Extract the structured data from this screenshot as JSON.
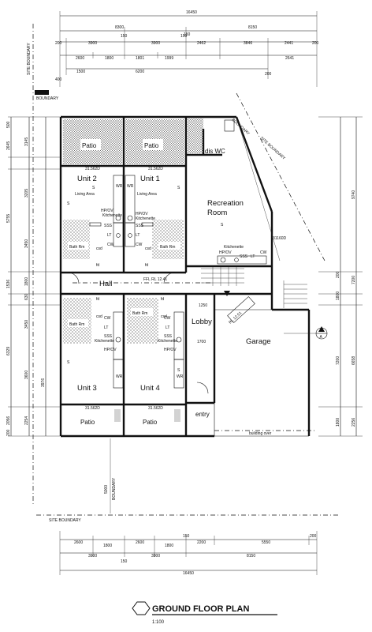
{
  "drawing": {
    "title": "GROUND FLOOR PLAN",
    "scale": "1:100"
  },
  "top_dims": {
    "overall": "16450",
    "row1": [
      "8300",
      "150",
      "8150"
    ],
    "row2": [
      "200",
      "3900",
      "150",
      "3900",
      "150",
      "2462",
      "3846",
      "2441",
      "200"
    ],
    "row3": [
      "2600",
      "1800",
      "1801",
      "1999",
      "2641"
    ],
    "row4": [
      "1500",
      "6200",
      "200"
    ],
    "left_offsets": [
      "200",
      "400"
    ]
  },
  "bottom_dims": {
    "overall": "16450",
    "row1": [
      "2600",
      "1800",
      "2600",
      "1800",
      "150",
      "2200",
      "5550",
      "200"
    ],
    "row2": [
      "3900",
      "150",
      "3900",
      "8150"
    ]
  },
  "left_dims": {
    "outer": [
      "500",
      "2645",
      "5755",
      "1536",
      "6329",
      "2056",
      "200"
    ],
    "inner": [
      "3145",
      "3205",
      "3450",
      "1800",
      "630",
      "3450",
      "3976",
      "3600",
      "2254"
    ]
  },
  "right_dims": {
    "outer": [
      "9740",
      "7200",
      "7200",
      "1800",
      "2256"
    ],
    "inner": [
      "200",
      "1800",
      "6658"
    ]
  },
  "labels": {
    "site_boundary": "SITE BOUNDARY",
    "boundary": "BOUNDARY",
    "patio": "Patio",
    "unit1": "Unit 1",
    "unit2": "Unit 2",
    "unit3": "Unit 3",
    "unit4": "Unit 4",
    "living_area": "Living Area",
    "bath_rm": "Bath Rm",
    "hall": "Hall",
    "recreation_room": "Recreation Room",
    "dis_wc": "dis WC",
    "kitchenette": "Kitchenette",
    "hp_ov": "HP/OV",
    "sss": "SSS",
    "lt": "LT",
    "cw": "CW",
    "wr": "WR",
    "csd": "csd",
    "fd": "fd",
    "lobby": "Lobby",
    "garage": "Garage",
    "entry": "entry",
    "building_over": "building over",
    "rl_hall": "FFL RL 12.41",
    "rl_garage": "RL 12.51",
    "rl_unit": "31.562D",
    "section_marker": "A",
    "level_mark": "1250",
    "dim_1700": "1700",
    "dim_5000": "5000",
    "dim_31160": "31160D"
  }
}
